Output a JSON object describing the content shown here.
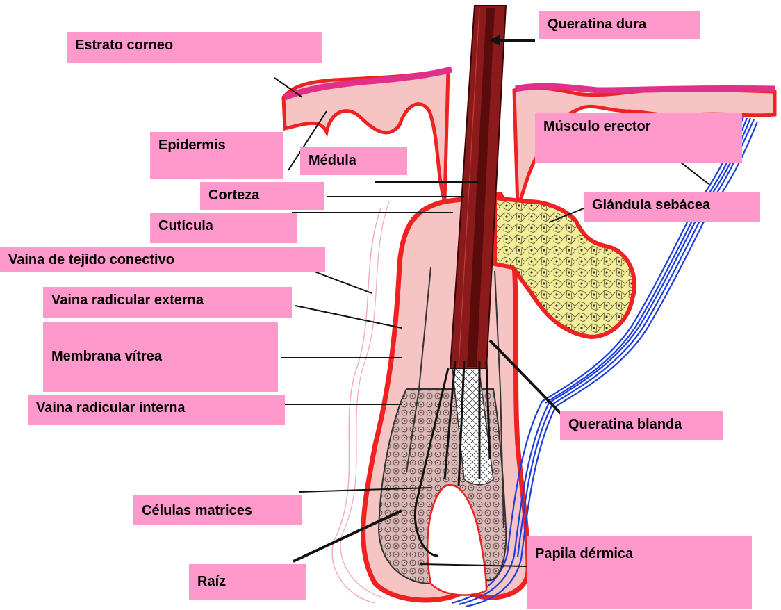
{
  "labels": {
    "queratina_dura": "Queratina dura",
    "estrato_corneo": "Estrato corneo",
    "epidermis": "Epidermis",
    "medula": "Médula",
    "corteza": "Corteza",
    "cuticula": "Cutícula",
    "vaina_tejido_conectivo": "Vaina de tejido conectivo",
    "vaina_radicular_externa": "Vaina radicular externa",
    "membrana_vitrea": "Membrana vítrea",
    "vaina_radicular_interna": "Vaina radicular interna",
    "celulas_matrices": "Células matrices",
    "raiz": "Raíz",
    "musculo_erector": "Músculo erector",
    "glandula_sebacea": "Glándula sebácea",
    "queratina_blanda": "Queratina blanda",
    "papila_dermica": "Papila dérmica"
  },
  "colors": {
    "label_bg": "#ff99cc",
    "hair_shaft": "#8b1a1a",
    "hair_core": "#5a0c0c",
    "epidermis_red": "#ee2222",
    "dermis_pink": "#f7c4c4",
    "stratum_magenta": "#e0308a",
    "gland_yellow": "#f3ee9a",
    "muscle_blue": "#1f3ee0",
    "matrix_brown": "#c9a6a6"
  }
}
